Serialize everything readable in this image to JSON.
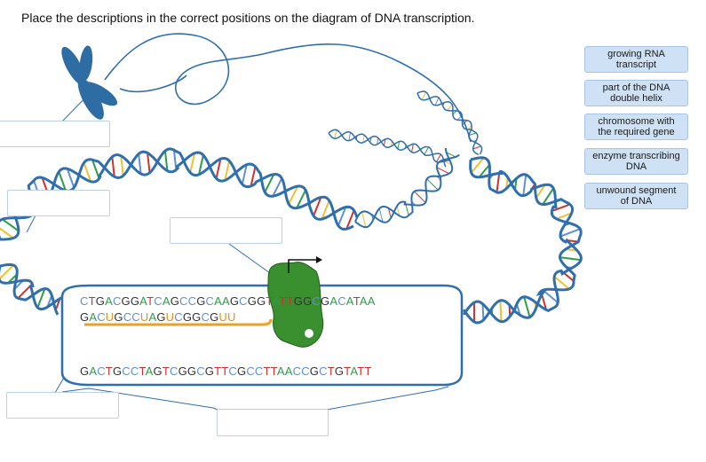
{
  "instruction": "Place the descriptions in the correct positions on the diagram of DNA transcription.",
  "labels": [
    {
      "text": "growing RNA transcript",
      "lines": [
        "growing RNA",
        "transcript"
      ]
    },
    {
      "text": "part of the DNA double helix",
      "lines": [
        "part of the DNA",
        "double helix"
      ]
    },
    {
      "text": "chromosome with the required gene",
      "lines": [
        "chromosome with",
        "the required gene"
      ]
    },
    {
      "text": "enzyme transcribing DNA",
      "lines": [
        "enzyme transcribing",
        "DNA"
      ]
    },
    {
      "text": "unwound segment of DNA",
      "lines": [
        "unwound segment",
        "of DNA"
      ]
    }
  ],
  "sequences": {
    "coding_strand": "CTGACGGATCAGCCGCAAGCGGTATTGGCGACATAA",
    "rna_transcript": "GACUGCCUAGUCGGCGUU",
    "template_strand": "GACTGCCTAGTCGGCGTTCGCCTTAACCGCTGTATT"
  },
  "colors": {
    "strand": "#2f6fae",
    "chromosome": "#2e6da4",
    "enzyme": "#3a8f2e",
    "rna": "#f0a020",
    "tile_bg": "#cfe1f5",
    "base_colors": [
      "#d0312d",
      "#f0c030",
      "#2e9c4a",
      "#5f8fd6"
    ]
  },
  "icons": {
    "chromosome": "chromosome-icon",
    "polymerase": "rna-polymerase-icon",
    "promoter_arrow": "transcription-start-arrow-icon"
  }
}
